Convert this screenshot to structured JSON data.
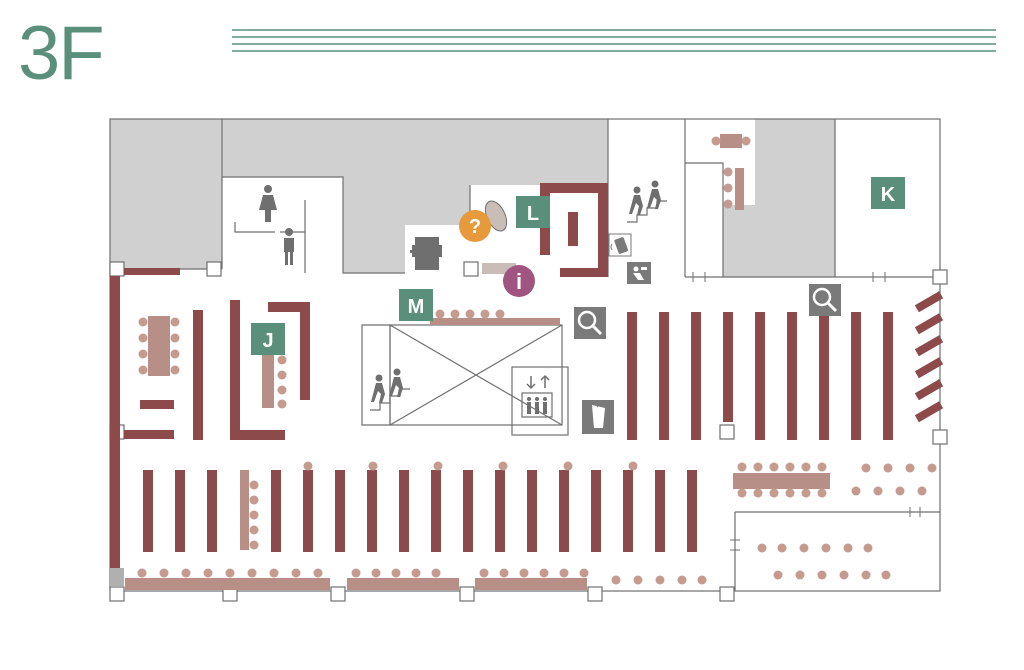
{
  "floor": {
    "label": "3F"
  },
  "colors": {
    "accent": "#5a8f7b",
    "shelf": "#8c4a4a",
    "table": "#b88f86",
    "seat": "#c59a8f",
    "wall": "#6f6f6f",
    "blocked": "#d0d0d0",
    "icon": "#7a7a7a",
    "help": "#e69a3c",
    "info": "#a05580"
  },
  "zones": {
    "J": "J",
    "K": "K",
    "L": "L",
    "M": "M"
  },
  "markers": {
    "help": "?",
    "info": "i"
  },
  "icons": [
    "female-restroom-icon",
    "male-restroom-icon",
    "stairs-icon",
    "elevator-icon",
    "copier-icon",
    "search-terminal-icon",
    "phone-area-icon",
    "water-fountain-icon",
    "drinking-icon"
  ]
}
